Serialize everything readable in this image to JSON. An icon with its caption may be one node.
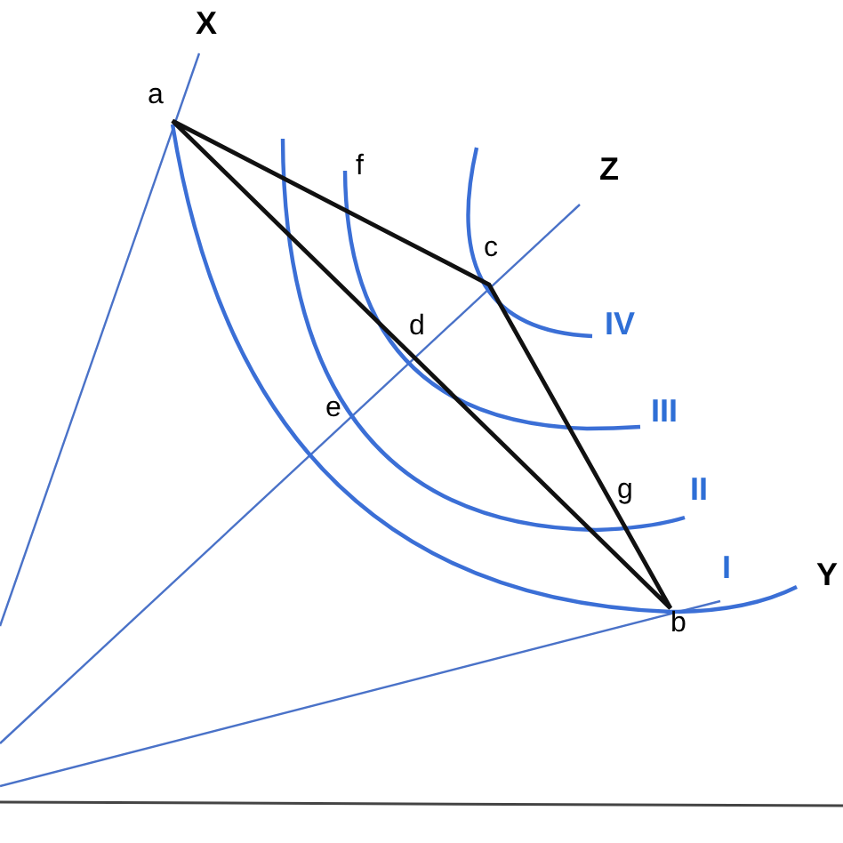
{
  "diagram": {
    "labels": [
      "X",
      "a",
      "f",
      "Z",
      "c",
      "IV",
      "d",
      "III",
      "e",
      "g",
      "II",
      "I",
      "Y",
      "b"
    ]
  }
}
